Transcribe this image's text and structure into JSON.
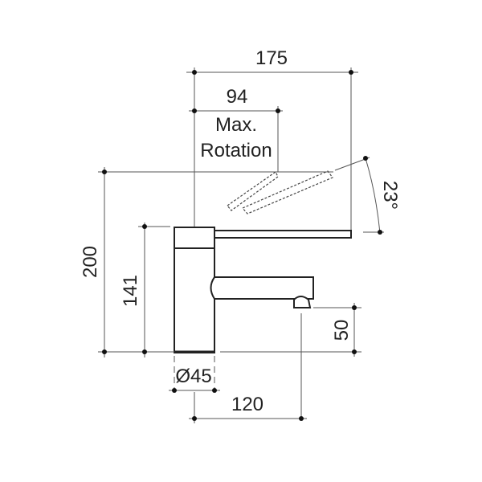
{
  "drawing": {
    "title": "Basin mixer dimension drawing",
    "colors": {
      "line": "#555555",
      "body": "#222222",
      "background": "#ffffff"
    },
    "dimensions": {
      "overall_reach": "175",
      "max_rotation_value": "94",
      "max_rotation_label_line1": "Max.",
      "max_rotation_label_line2": "Rotation",
      "angle": "23°",
      "overall_height": "200",
      "body_height": "141",
      "spout_height": "50",
      "base_diameter": "Ø45",
      "spout_reach": "120"
    }
  }
}
